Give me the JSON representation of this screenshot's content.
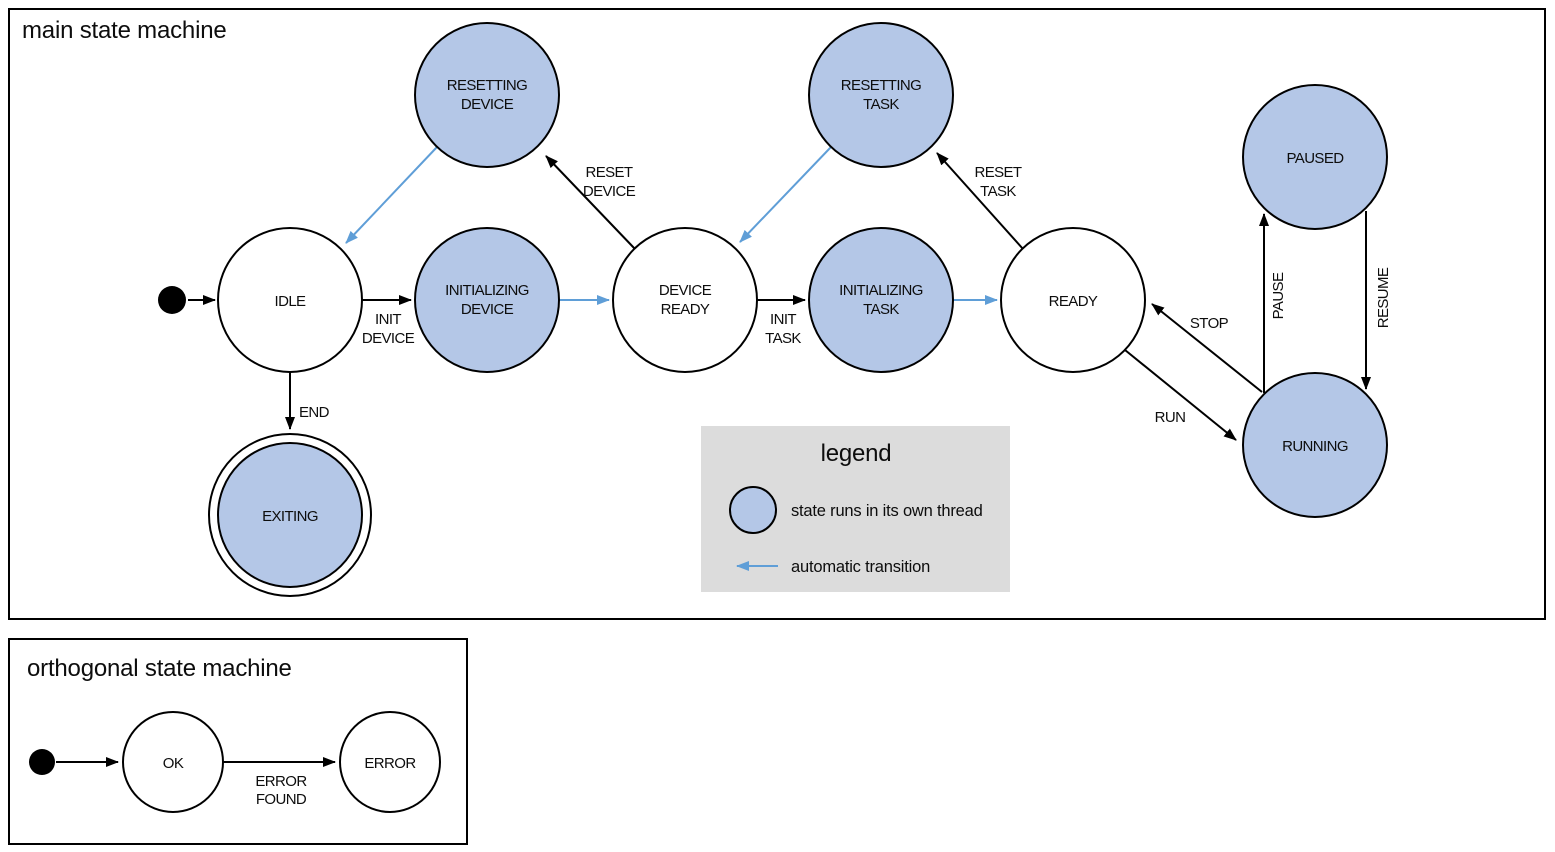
{
  "colors": {
    "threaded_state_fill": "#b4c7e7",
    "plain_state_fill": "#ffffff",
    "automatic_transition_blue": "#5f9ed7",
    "line_black": "#000000",
    "legend_background": "#dcdcdc"
  },
  "main_machine": {
    "title": "main state machine",
    "states": {
      "idle": "IDLE",
      "resetting_device_1": "RESETTING",
      "resetting_device_2": "DEVICE",
      "initializing_device_1": "INITIALIZING",
      "initializing_device_2": "DEVICE",
      "device_ready_1": "DEVICE",
      "device_ready_2": "READY",
      "resetting_task_1": "RESETTING",
      "resetting_task_2": "TASK",
      "initializing_task_1": "INITIALIZING",
      "initializing_task_2": "TASK",
      "ready": "READY",
      "paused": "PAUSED",
      "running": "RUNNING",
      "exiting": "EXITING"
    },
    "transitions": {
      "init_device_1": "INIT",
      "init_device_2": "DEVICE",
      "reset_device_1": "RESET",
      "reset_device_2": "DEVICE",
      "init_task_1": "INIT",
      "init_task_2": "TASK",
      "reset_task_1": "RESET",
      "reset_task_2": "TASK",
      "run": "RUN",
      "stop": "STOP",
      "pause": "PAUSE",
      "resume": "RESUME",
      "end": "END"
    },
    "legend": {
      "title": "legend",
      "threaded_label": "state runs in its own thread",
      "automatic_label": "automatic transition"
    }
  },
  "orthogonal_machine": {
    "title": "orthogonal state machine",
    "states": {
      "ok": "OK",
      "error": "ERROR"
    },
    "transitions": {
      "error_found_1": "ERROR",
      "error_found_2": "FOUND"
    }
  }
}
